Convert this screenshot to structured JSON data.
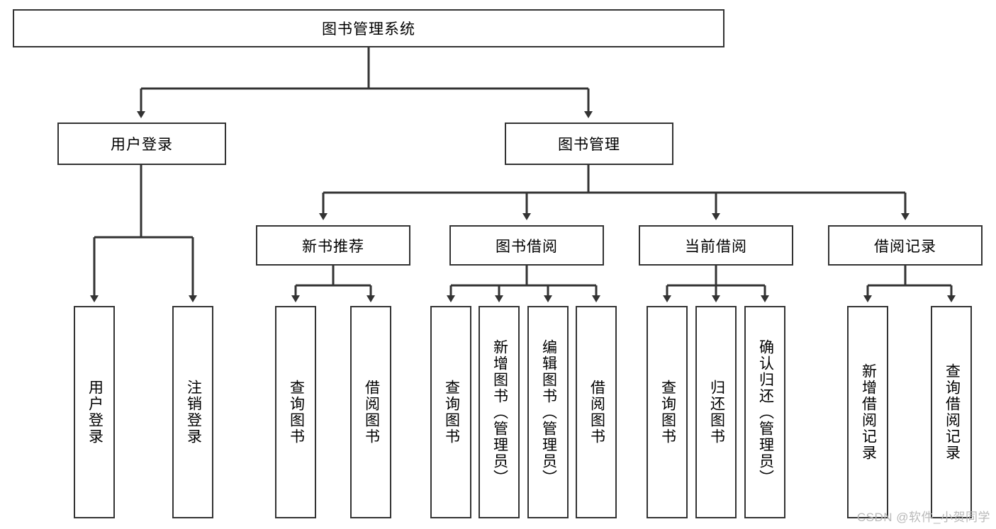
{
  "diagram": {
    "title": "图书管理系统",
    "type": "tree-hierarchy",
    "orientation": "top-down",
    "colors": {
      "box_border": "#333333",
      "box_fill": "#ffffff",
      "edge": "#333333",
      "text": "#000000",
      "watermark": "#b9b9b9"
    },
    "root": {
      "label": "图书管理系统"
    },
    "level2": [
      {
        "label": "用户登录"
      },
      {
        "label": "图书管理"
      }
    ],
    "level3": [
      {
        "label": "新书推荐"
      },
      {
        "label": "图书借阅"
      },
      {
        "label": "当前借阅"
      },
      {
        "label": "借阅记录"
      }
    ],
    "leaves": {
      "user_login": [
        {
          "label": "用户登录"
        },
        {
          "label": "注销登录"
        }
      ],
      "new_book_recommend": [
        {
          "label": "查询图书"
        },
        {
          "label": "借阅图书"
        }
      ],
      "book_borrow": [
        {
          "label": "查询图书"
        },
        {
          "label": "新增图书（管理员）"
        },
        {
          "label": "编辑图书（管理员）"
        },
        {
          "label": "借阅图书"
        }
      ],
      "current_borrow": [
        {
          "label": "查询图书"
        },
        {
          "label": "归还图书"
        },
        {
          "label": "确认归还（管理员）"
        }
      ],
      "borrow_record": [
        {
          "label": "新增借阅记录"
        },
        {
          "label": "查询借阅记录"
        }
      ]
    }
  },
  "watermark": {
    "text": "CSDN @软件_小贺同学"
  }
}
